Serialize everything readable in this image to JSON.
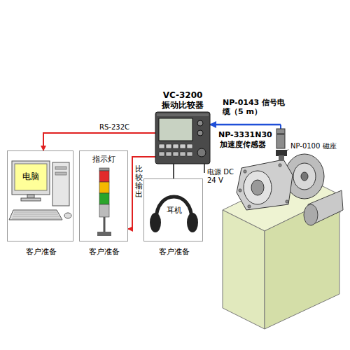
{
  "diagram": {
    "nodes": [
      {
        "text": [
          "VC-3200",
          "振动比较器"
        ]
      },
      {
        "text": [
          "NP-3331N30",
          "加速度传感器"
        ]
      },
      {
        "text": [
          "电脑",
          "客户准备"
        ]
      },
      {
        "text": [
          "指示灯",
          "客户准备"
        ]
      },
      {
        "text": [
          "耳机",
          "客户准备"
        ]
      }
    ],
    "edges": [
      {
        "from": 0,
        "to": 2,
        "arrow": "to",
        "label": "RS-232C"
      },
      {
        "from": 0,
        "to": 3,
        "arrow": "to",
        "label": "比较输出"
      },
      {
        "from": 0,
        "to": 4,
        "arrow": "none"
      },
      {
        "from": 1,
        "to": 0,
        "arrow": "to",
        "label": "NP-0143 信号电缆（5 m）"
      }
    ],
    "labels": [
      "NP-0100 磁座",
      "电源 DC 24 V"
    ]
  }
}
